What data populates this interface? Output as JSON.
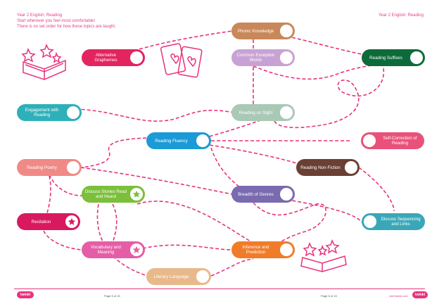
{
  "header": {
    "left_title": "Year 2 English: Reading",
    "right_title": "Year 2 English: Reading",
    "note_line1": "Start wherever you feel most comfortable!",
    "note_line2": "There is no set order for how these topics are taught."
  },
  "topics": {
    "phonic_knowledge": "Phonic Knowledge",
    "alternative_graphemes": "Alternative Graphemes",
    "common_exception_words": "Common Exception Words",
    "reading_suffixes": "Reading Suffixes",
    "engagement_with_reading": "Engagement with Reading",
    "reading_on_sight": "Reading on Sight",
    "reading_fluency": "Reading Fluency",
    "self_correction": "Self-Correction of Reading",
    "reading_poetry": "Reading Poetry",
    "reading_non_fiction": "Reading Non-Fiction",
    "discuss_stories": "Discuss Stories Read and Heard",
    "breadth_of_genres": "Breadth of Genres",
    "recitation": "Recitation",
    "discuss_sequencing": "Discuss Sequencing and Links",
    "vocabulary_meaning": "Vocabulary and Meaning",
    "inference_prediction": "Inference and Prediction",
    "literary_language": "Literary Language"
  },
  "footer": {
    "page_left": "Page 5 of 15",
    "page_right": "Page 6 of 15",
    "site": "visit twinkl.com",
    "logo_left": "twinkl",
    "logo_right": "twinkl"
  },
  "colors": {
    "path": "#e8327c",
    "phonic": "#c9885a",
    "graphemes": "#e2245f",
    "exception": "#c8a2d4",
    "suffixes": "#0d6b3b",
    "engagement": "#2eb0b8",
    "sight": "#a9c9b6",
    "fluency": "#1a9ad6",
    "selfcorrection": "#e8527a",
    "poetry": "#f08a86",
    "nonfiction": "#6a4034",
    "stories": "#7bbf3a",
    "genres": "#7a6ab0",
    "recitation": "#d9195f",
    "sequencing": "#3aa7b8",
    "vocab": "#e55da7",
    "inference": "#f07c2a",
    "literary": "#e8b98a"
  },
  "icons": [
    "book-icon",
    "cards-icon",
    "star-icon"
  ]
}
